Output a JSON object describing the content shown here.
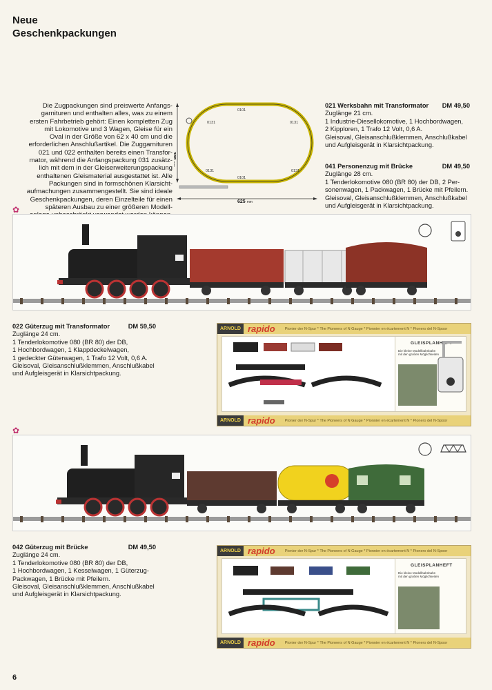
{
  "page": {
    "title_lines": [
      "Neue",
      "Geschenkpackungen"
    ],
    "page_number": "6"
  },
  "intro": {
    "lines": [
      "Die Zugpackungen sind preiswerte Anfangs-",
      "garnituren und enthalten alles, was zu einem",
      "ersten Fahrbetrieb gehört: Einen kompletten Zug",
      "mit Lokomotive und 3 Wagen, Gleise für ein",
      "Oval in der Größe von 62 x 40 cm und die",
      "erforderlichen Anschlußartikel. Die Zuggarnituren",
      "021 und 022 enthalten bereits einen Transfor-",
      "mator, während die Anfangspackung 031 zusätz-",
      "lich mit dem in der Gleiserweiterungspackung",
      "enthaltenen Gleismaterial ausgestattet ist. Alle",
      "Packungen sind in formschönen Klarsicht-",
      "aufmachungen zusammengestellt. Sie sind ideale",
      "Geschenkpackungen, deren Einzelteile für einen",
      "späteren Ausbau zu einer größeren Modell-",
      "anlage unbeschränkt verwendet werden können."
    ]
  },
  "diagram": {
    "width_label": "625",
    "height_label": "395",
    "unit": "mm",
    "track_labels": [
      "0101",
      "0131",
      "0131",
      "0131",
      "0131",
      "0101"
    ]
  },
  "products": [
    {
      "name": "021 Werksbahn mit Transformator",
      "price": "DM 49,50",
      "lines": [
        "Zuglänge 21 cm.",
        "1 Industrie-Diesellokomotive, 1 Hochbordwagen,",
        "2 Kipploren, 1 Trafo 12 Volt, 0,6 A.",
        "Gleisoval, Gleisanschlußklemmen, Anschlußkabel",
        "und Aufgleisgerät in Klarsichtpackung."
      ]
    },
    {
      "name": "041 Personenzug mit Brücke",
      "price": "DM 49,50",
      "lines": [
        "Zuglänge 28 cm.",
        "1 Tenderlokomotive 080 (BR 80) der DB, 2 Per-",
        "sonenwagen, 1 Packwagen, 1 Brücke mit Pfeilern.",
        "Gleisoval, Gleisanschlußklemmen, Anschlußkabel",
        "und Aufgleisgerät in Klarsichtpackung."
      ]
    },
    {
      "name": "022 Güterzug mit Transformator",
      "price": "DM 59,50",
      "lines": [
        "Zuglänge 24 cm.",
        "1 Tenderlokomotive 080 (BR 80) der DB,",
        "1 Hochbordwagen, 1 Klappdeckelwagen,",
        "1 gedeckter Güterwagen, 1 Trafo 12 Volt, 0,6 A.",
        "Gleisoval, Gleisanschlußklemmen, Anschlußkabel",
        "und Aufgleisgerät in Klarsichtpackung."
      ]
    },
    {
      "name": "042 Güterzug mit Brücke",
      "price": "DM 49,50",
      "lines": [
        "Zuglänge 24 cm.",
        "1 Tenderlokomotive 080 (BR 80) der DB,",
        "1 Hochbordwagen, 1 Kesselwagen, 1 Güterzug-",
        "Packwagen, 1 Brücke mit Pfeilern.",
        "Gleisoval, Gleisanschlußklemmen, Anschlußkabel",
        "und Aufgleisgerät in Klarsichtpackung."
      ]
    }
  ],
  "packaging": {
    "brand": "ARNOLD",
    "logo": "rapido",
    "panel_title": "GLEISPLANHEFT",
    "strip_text": "Pionier der N-Spur * The Pioneers of N Gauge * Pionnier en écartement N * Pionero del N-Spoor",
    "panel_blurb": [
      "Die kleine Modellbahnbahn",
      "mit den großen Möglichkeiten"
    ]
  },
  "colors": {
    "accent_flower": "#c0306e",
    "track": "#c8b400",
    "box_strip": "#e9d27a",
    "logo_red": "#d23c2a"
  },
  "icons": [
    "flower-icon",
    "controller-icon",
    "oval-track-icon",
    "bridge-icon"
  ]
}
